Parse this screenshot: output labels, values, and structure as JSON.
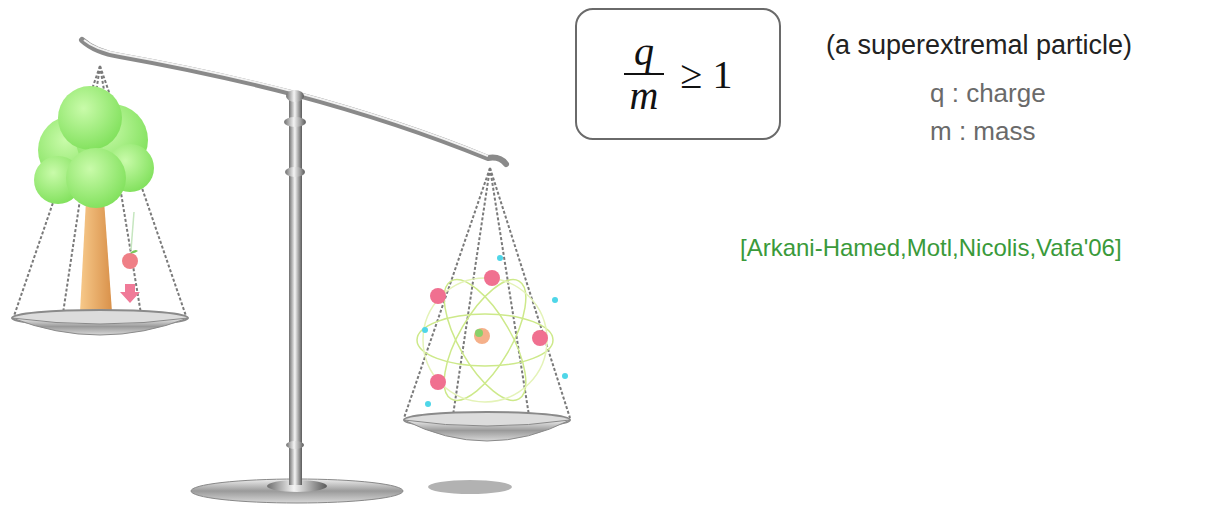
{
  "diagram": {
    "nodes": [
      {
        "text": [
          "q",
          "m",
          "≥ 1"
        ]
      }
    ],
    "labels": [
      "(a superextremal particle)",
      "q : charge",
      "m : mass",
      "[Arkani-Hamed,Motl,Nicolis,Vafa'06]"
    ]
  }
}
